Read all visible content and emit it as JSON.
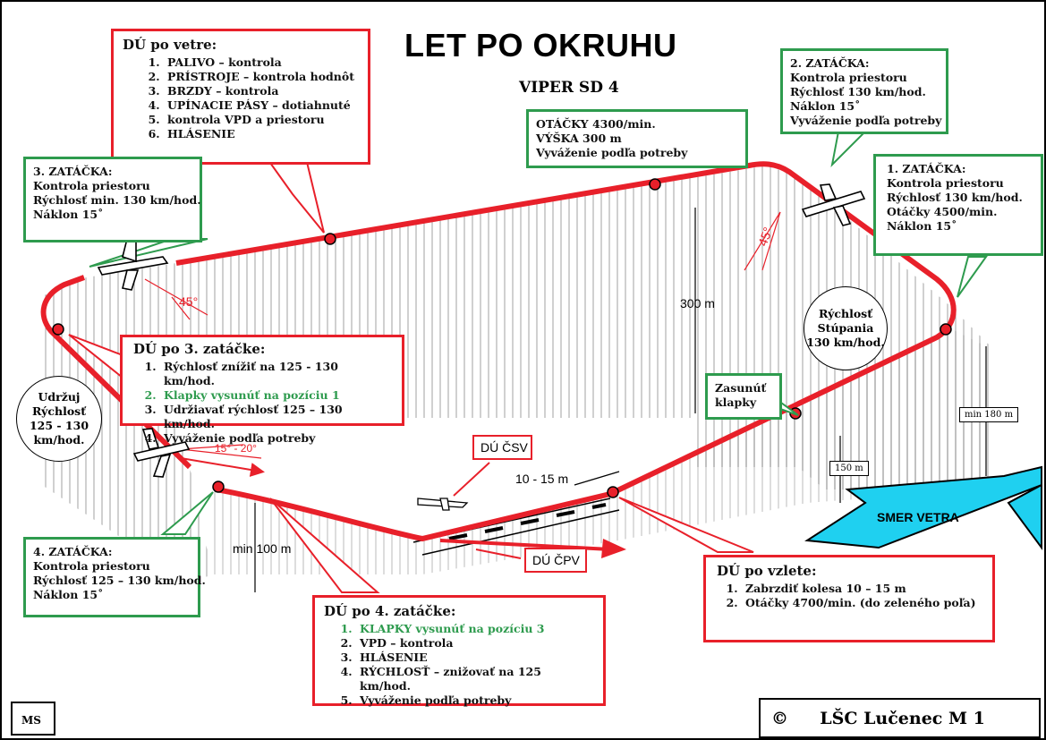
{
  "title": "LET PO OKRUHU",
  "subtitle": "VIPER SD 4",
  "boxes": {
    "du_wind": {
      "heading": "DÚ po vetre:",
      "items": [
        "PALIVO – kontrola",
        "PRÍSTROJE – kontrola hodnôt",
        "BRZDY – kontrola",
        "UPÍNACIE PÁSY – dotiahnuté",
        "kontrola VPD a priestoru",
        "HLÁSENIE"
      ]
    },
    "turn3": {
      "heading": "3. ZATÁČKA:",
      "lines": [
        "Kontrola priestoru",
        "Rýchlosť min. 130 km/hod.",
        "Náklon 15˚"
      ]
    },
    "cruise": {
      "lines": [
        "OTÁČKY 4300/min.",
        "VÝŠKA 300 m",
        "Vyváženie podľa potreby"
      ]
    },
    "turn2": {
      "heading": "2. ZATÁČKA:",
      "lines": [
        "Kontrola priestoru",
        "Rýchlosť 130 km/hod.",
        "Náklon 15˚",
        "Vyváženie podľa potreby"
      ]
    },
    "turn1": {
      "heading": "1. ZATÁČKA:",
      "lines": [
        "Kontrola priestoru",
        "Rýchlosť 130 km/hod.",
        "Otáčky 4500/min.",
        "Náklon 15˚"
      ]
    },
    "after3": {
      "heading": "DÚ po 3. zatáčke:",
      "items": [
        "Rýchlosť znížiť na 125 - 130 km/hod.",
        "Klapky vysunúť na pozíciu 1",
        "Udržiavať rýchlosť 125 – 130 km/hod.",
        "Vyváženie podľa potreby"
      ]
    },
    "flaps_in": {
      "lines": [
        "Zasunúť",
        "klapky"
      ]
    },
    "turn4": {
      "heading": "4. ZATÁČKA:",
      "lines": [
        "Kontrola priestoru",
        "Rýchlosť 125 – 130 km/hod.",
        "Náklon 15˚"
      ]
    },
    "after4": {
      "heading": "DÚ po 4. zatáčke:",
      "items": [
        "KLAPKY vysunúť na pozíciu 3",
        "VPD – kontrola",
        "HLÁSENIE",
        "RÝCHLOSŤ – znižovať na 125 km/hod.",
        "Vyváženie podľa potreby"
      ]
    },
    "after_takeoff": {
      "heading": "DÚ po vzlete:",
      "items": [
        "Zabrzdiť kolesa 10 – 15 m",
        "Otáčky 4700/min. (do zeleného poľa)"
      ]
    }
  },
  "ovals": {
    "hold_speed": [
      "Udržuj",
      "Rýchlosť",
      "125 - 130",
      "km/hod."
    ],
    "climb_speed": [
      "Rýchlosť",
      "Stúpania",
      "130 km/hod."
    ]
  },
  "small_labels": {
    "min180": "min 180 m",
    "m150": "150 m"
  },
  "diagram_labels": {
    "alt300": "300 m",
    "min100": "min 100 m",
    "dist": "10 - 15 m",
    "du_csv": "DÚ ČSV",
    "du_cpv": "DÚ ČPV",
    "bank45_left": "45°",
    "bank45_right": "45°",
    "bank15_20": "15° - 20°",
    "wind": "SMER VETRA"
  },
  "footer": {
    "ms": "MS",
    "copyright": "©",
    "club": "LŠC Lučenec  M 1"
  },
  "colors": {
    "red": "#e8202a",
    "green": "#2e9b4e",
    "wind": "#1fd0f0"
  }
}
